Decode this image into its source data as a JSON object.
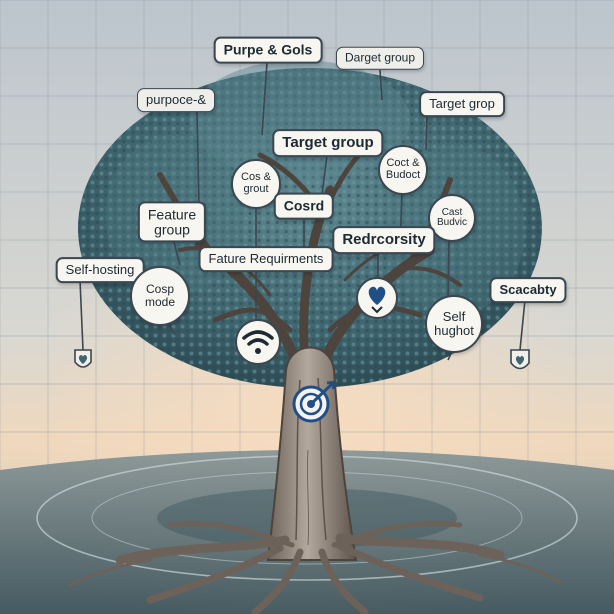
{
  "labels": {
    "purpose_goals": "Purpe & Gols",
    "darget_group": "Darget group",
    "purpose": "purpoce-&",
    "target_group_right": "Target grop",
    "target_group_center": "Target group",
    "cost_group": "Cos &\ngrout",
    "cost_budget": "Coct &\nBudoct",
    "feature_group": "Feature\ngroup",
    "cosrd": "Cosrd",
    "cost_budvic": "Cast\nBudvic",
    "redrcorsity": "Redrcorsity",
    "feature_requirements": "Fature Requirments",
    "self_hosting": "Self-hosting",
    "cost_mode": "Cosp\nmode",
    "scacabty": "Scacabty",
    "self_hughot": "Self\nhughot"
  },
  "icons": {
    "wifi": "wifi-icon",
    "heart_tag": "heart-tag-icon",
    "target": "target-at-icon",
    "heart_shield_left": "heart-shield-icon",
    "heart_shield_right": "heart-shield-icon"
  },
  "colors": {
    "canopy": "#3f6670",
    "canopy_light": "#5e8891",
    "trunk": "#8e8378",
    "trunk_dark": "#4d443d",
    "background_top": "#c4ccd3",
    "background_glow": "#f0d8bd",
    "ground": "#2e4852",
    "label_border": "#3b4650",
    "accent_blue": "#1f4f86"
  }
}
